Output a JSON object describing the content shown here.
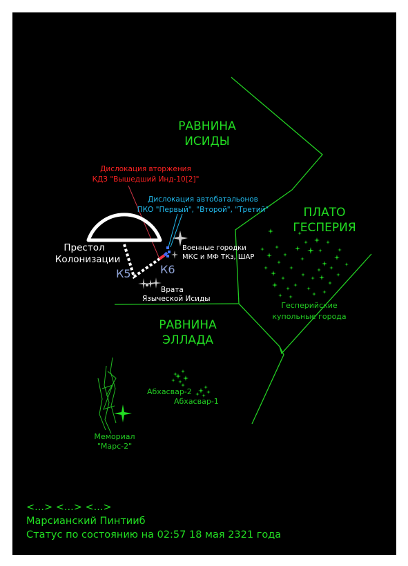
{
  "regions": {
    "isida": [
      "РАВНИНА",
      "ИСИДЫ"
    ],
    "gesperia": [
      "ПЛАТО",
      "ГЕСПЕРИЯ"
    ],
    "ellada": [
      "РАВНИНА",
      "ЭЛЛАДА"
    ]
  },
  "annotations": {
    "invasion": [
      "Дислокация вторжения",
      "КДЗ \"Вышедший Инд-10[2]\""
    ],
    "autobattalions": [
      "Дислокация автобатальонов",
      "ПКО \"Первый\", \"Второй\", \"Третий\""
    ]
  },
  "places": {
    "throne": [
      "Престол",
      "Колонизации"
    ],
    "k5": "К5",
    "k6": "К6",
    "gates": [
      "Врата",
      "Языческой Исиды"
    ],
    "military_towns": [
      "Военные городки",
      "МКС и МФ ТКз, ШАР"
    ],
    "domed_cities": [
      "Гесперийские",
      "купольные города"
    ],
    "abkhasvar2": "Абхасвар-2",
    "abkhasvar1": "Абхасвар-1",
    "memorial": [
      "Мемориал",
      "\"Марс-2\""
    ]
  },
  "footer": {
    "line1": "<...> <...> <...>",
    "line2": "Марсианский Пинтииб",
    "line3": "Статус по состоянию на 02:57 18 мая 2321 года"
  },
  "colors": {
    "background": "#000000",
    "borders": "#22cc22",
    "labels": "#22dd22",
    "invasion": "#ff2222",
    "autobattalions": "#22bbee",
    "route": "#ffffff"
  }
}
